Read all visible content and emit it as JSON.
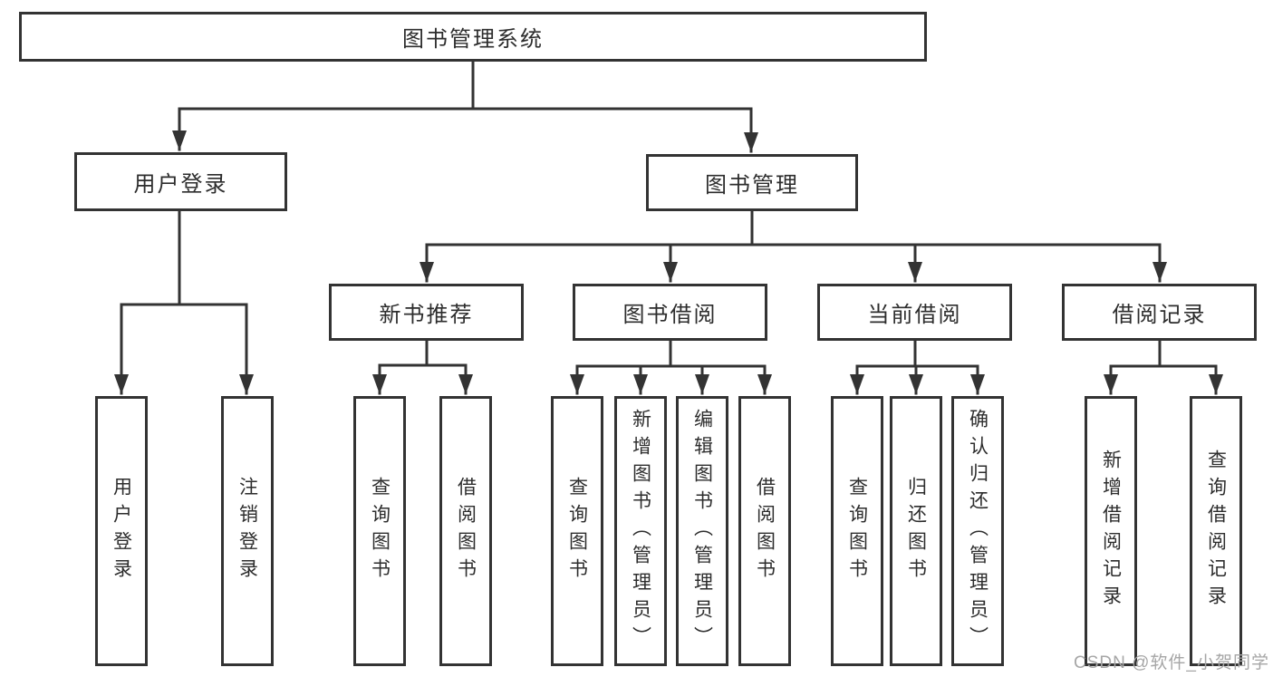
{
  "diagram_type": "functional-structure-tree",
  "colors": {
    "line": "#333333",
    "box_border": "#333333",
    "text": "#2d2d2d",
    "background": "#ffffff",
    "watermark": "#a6a6a6"
  },
  "watermark": {
    "text": "CSDN @软件_小贺同学"
  },
  "tree": {
    "label": "图书管理系统",
    "children": [
      {
        "label": "用户登录",
        "children": [
          {
            "label": "用户登录"
          },
          {
            "label": "注销登录"
          }
        ]
      },
      {
        "label": "图书管理",
        "children": [
          {
            "label": "新书推荐",
            "children": [
              {
                "label": "查询图书"
              },
              {
                "label": "借阅图书"
              }
            ]
          },
          {
            "label": "图书借阅",
            "children": [
              {
                "label": "查询图书"
              },
              {
                "label": "新增图书（管理员）"
              },
              {
                "label": "编辑图书（管理员）"
              },
              {
                "label": "借阅图书"
              }
            ]
          },
          {
            "label": "当前借阅",
            "children": [
              {
                "label": "查询图书"
              },
              {
                "label": "归还图书"
              },
              {
                "label": "确认归还（管理员）"
              }
            ]
          },
          {
            "label": "借阅记录",
            "children": [
              {
                "label": "新增借阅记录"
              },
              {
                "label": "查询借阅记录"
              }
            ]
          }
        ]
      }
    ]
  }
}
